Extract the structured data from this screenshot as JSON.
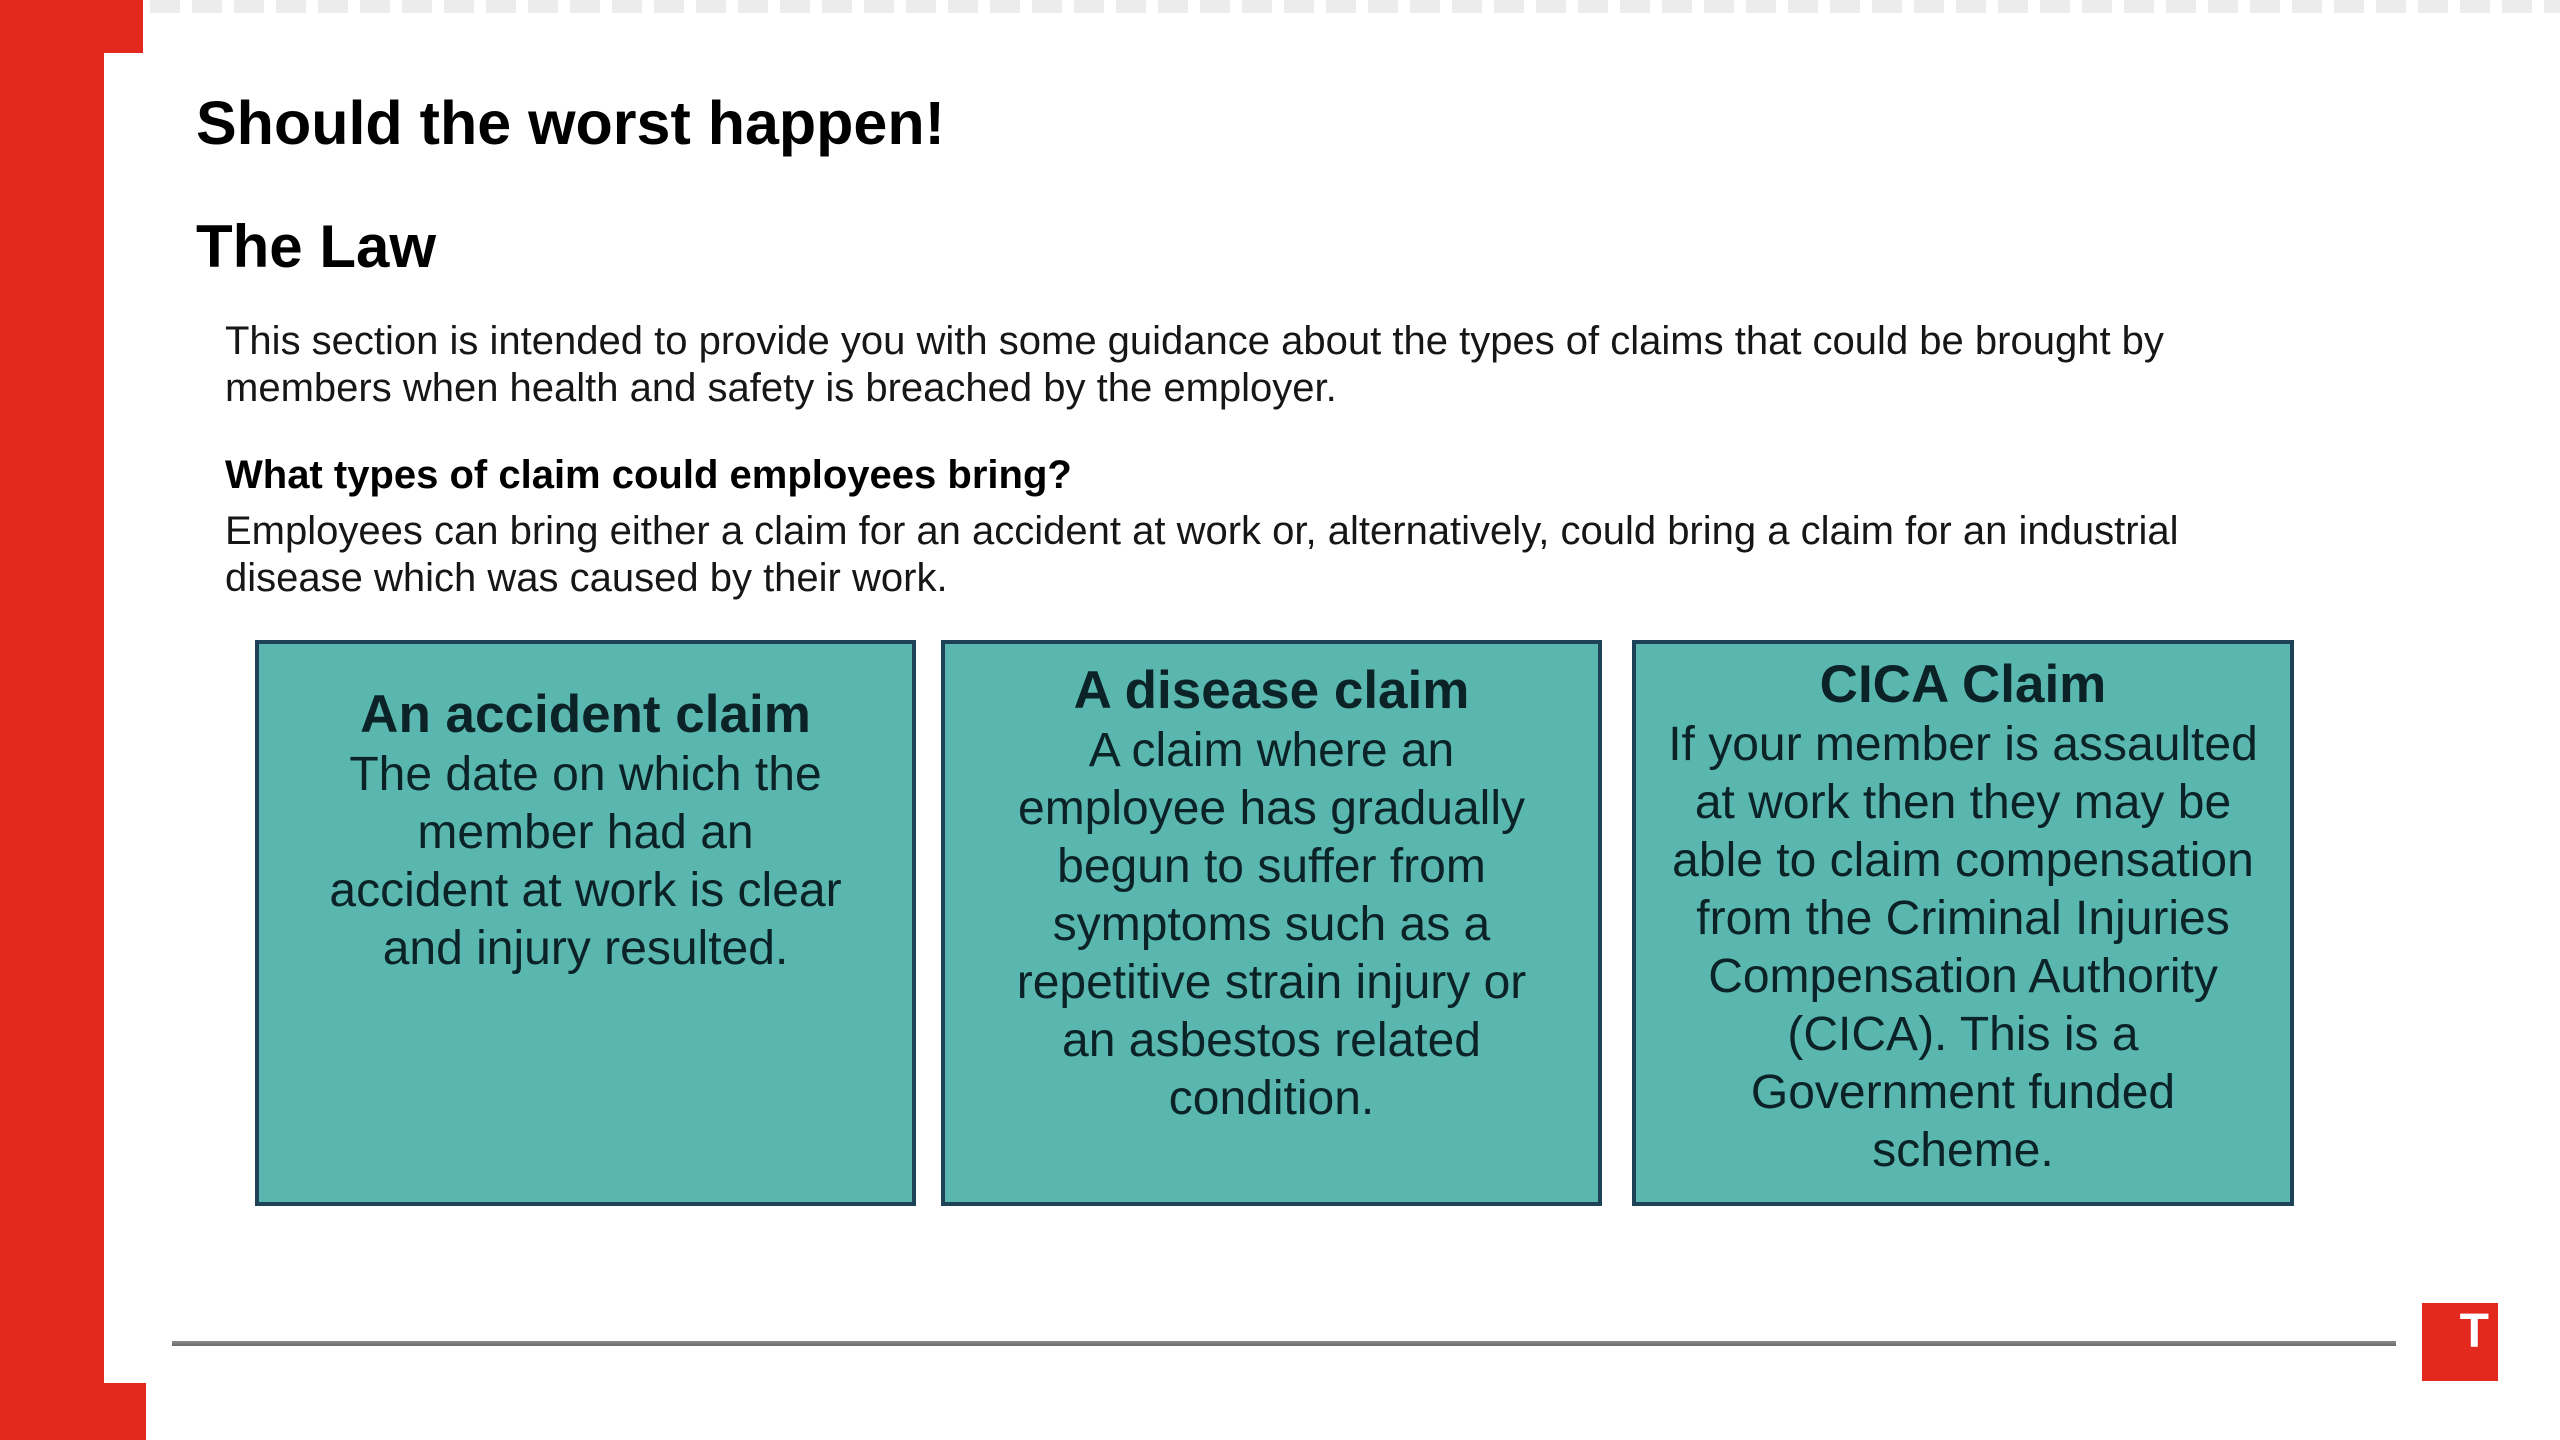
{
  "slide": {
    "title": "Should the worst happen!",
    "subtitle": "The Law",
    "intro_lines": [
      "This section is intended to provide you with some guidance about the types of claims that could be brought by",
      "members when health and safety is breached by the employer."
    ],
    "question": "What types of claim could employees bring?",
    "answer_lines": [
      "Employees can bring either a claim for an accident at work or, alternatively, could bring a claim for an industrial",
      "disease which was caused by their work."
    ]
  },
  "claim_boxes": [
    {
      "title": "An accident claim",
      "body_lines": [
        "The date on which the",
        "member had an",
        "accident at work is clear",
        "and injury resulted."
      ]
    },
    {
      "title": "A disease claim",
      "body_lines": [
        "A claim where an",
        "employee has gradually",
        "begun to suffer from",
        "symptoms such as a",
        "repetitive strain injury or",
        "an asbestos related",
        "condition."
      ]
    },
    {
      "title": "CICA Claim",
      "body_lines": [
        "If your member is assaulted",
        "at work then they may be",
        "able to claim compensation",
        "from the Criminal Injuries",
        "Compensation Authority",
        "(CICA). This is a",
        "Government funded",
        "scheme."
      ]
    }
  ],
  "footer": {
    "logo_letter": "T"
  },
  "colors": {
    "accent_red": "#e3291d",
    "box_teal": "#59b7b0",
    "box_border": "#1e4257",
    "box_text": "#0b2226",
    "divider_gray": "#757575"
  }
}
